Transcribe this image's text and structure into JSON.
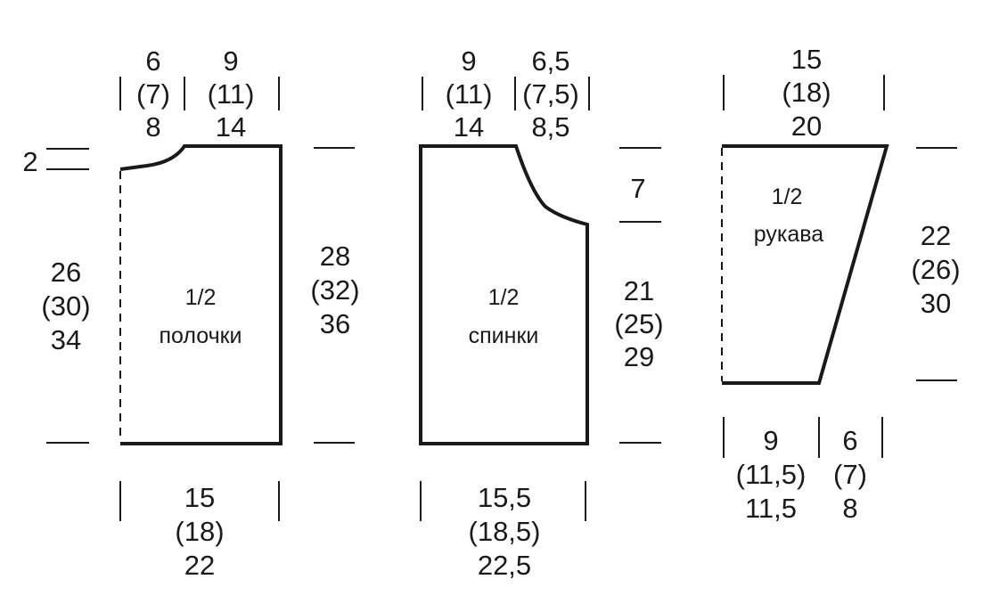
{
  "front": {
    "label": [
      "1/2",
      "полочки"
    ],
    "top_left_width": [
      "6",
      "(7)",
      "8"
    ],
    "top_right_width": [
      "9",
      "(11)",
      "14"
    ],
    "neck_drop": "2",
    "left_height": [
      "26",
      "(30)",
      "34"
    ],
    "right_height": [
      "28",
      "(32)",
      "36"
    ],
    "bottom_width": [
      "15",
      "(18)",
      "22"
    ]
  },
  "back": {
    "label": [
      "1/2",
      "спинки"
    ],
    "top_left_width": [
      "9",
      "(11)",
      "14"
    ],
    "top_right_width": [
      "6,5",
      "(7,5)",
      "8,5"
    ],
    "armhole_depth": "7",
    "right_height": [
      "21",
      "(25)",
      "29"
    ],
    "bottom_width": [
      "15,5",
      "(18,5)",
      "22,5"
    ]
  },
  "sleeve": {
    "label": [
      "1/2",
      "рукава"
    ],
    "top_width": [
      "15",
      "(18)",
      "20"
    ],
    "right_height": [
      "22",
      "(26)",
      "30"
    ],
    "bottom_left_width": [
      "9",
      "(11,5)",
      "11,5"
    ],
    "bottom_right_width": [
      "6",
      "(7)",
      "8"
    ]
  }
}
